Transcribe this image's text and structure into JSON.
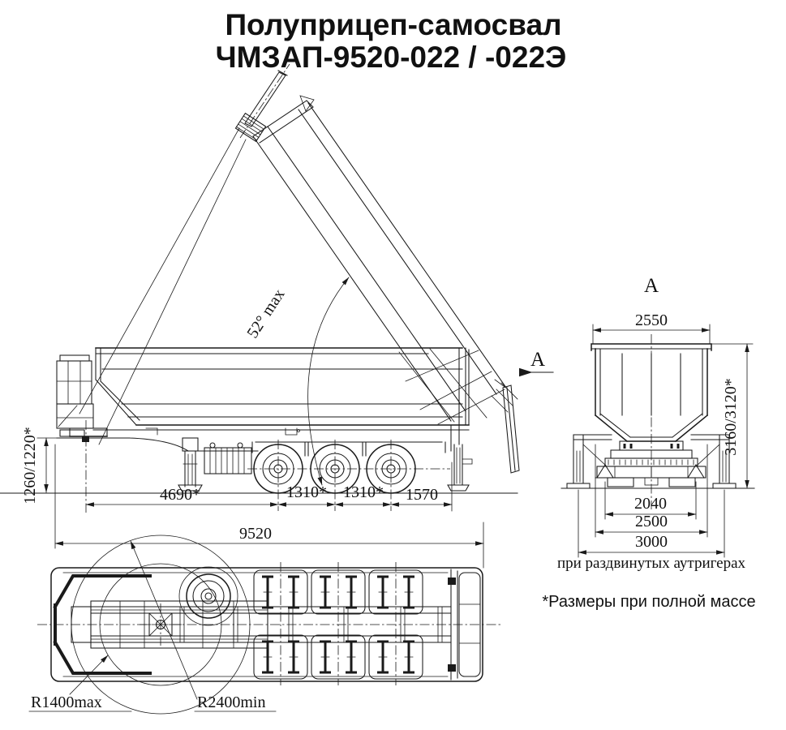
{
  "title": {
    "line1": "Полуприцеп-самосвал",
    "line2": "ЧМЗАП-9520-022 / -022Э"
  },
  "side_view": {
    "angle_label": "52° max",
    "kingpin_height": "1260/1220*",
    "dim_kingpin_to_axle1": "4690*",
    "dim_axle1_axle2": "1310*",
    "dim_axle2_axle3": "1310*",
    "dim_axle3_to_rear": "1570",
    "dim_overall_length": "9520",
    "view_arrow_label": "A"
  },
  "rear_view": {
    "view_label": "A",
    "dim_body_width": "2550",
    "dim_overall_height": "3160/3120*",
    "dim_jack_spacing": "2040",
    "dim_frame_width": "2500",
    "dim_outrigger_span": "3000",
    "outrigger_note": "при раздвинутых аутригерах"
  },
  "plan_view": {
    "radius_front_overhang": "R1400max",
    "radius_turning": "R2400min"
  },
  "footnote": "*Размеры при полной массе",
  "colors": {
    "line_color": "#1a1a1a",
    "background": "#ffffff"
  }
}
